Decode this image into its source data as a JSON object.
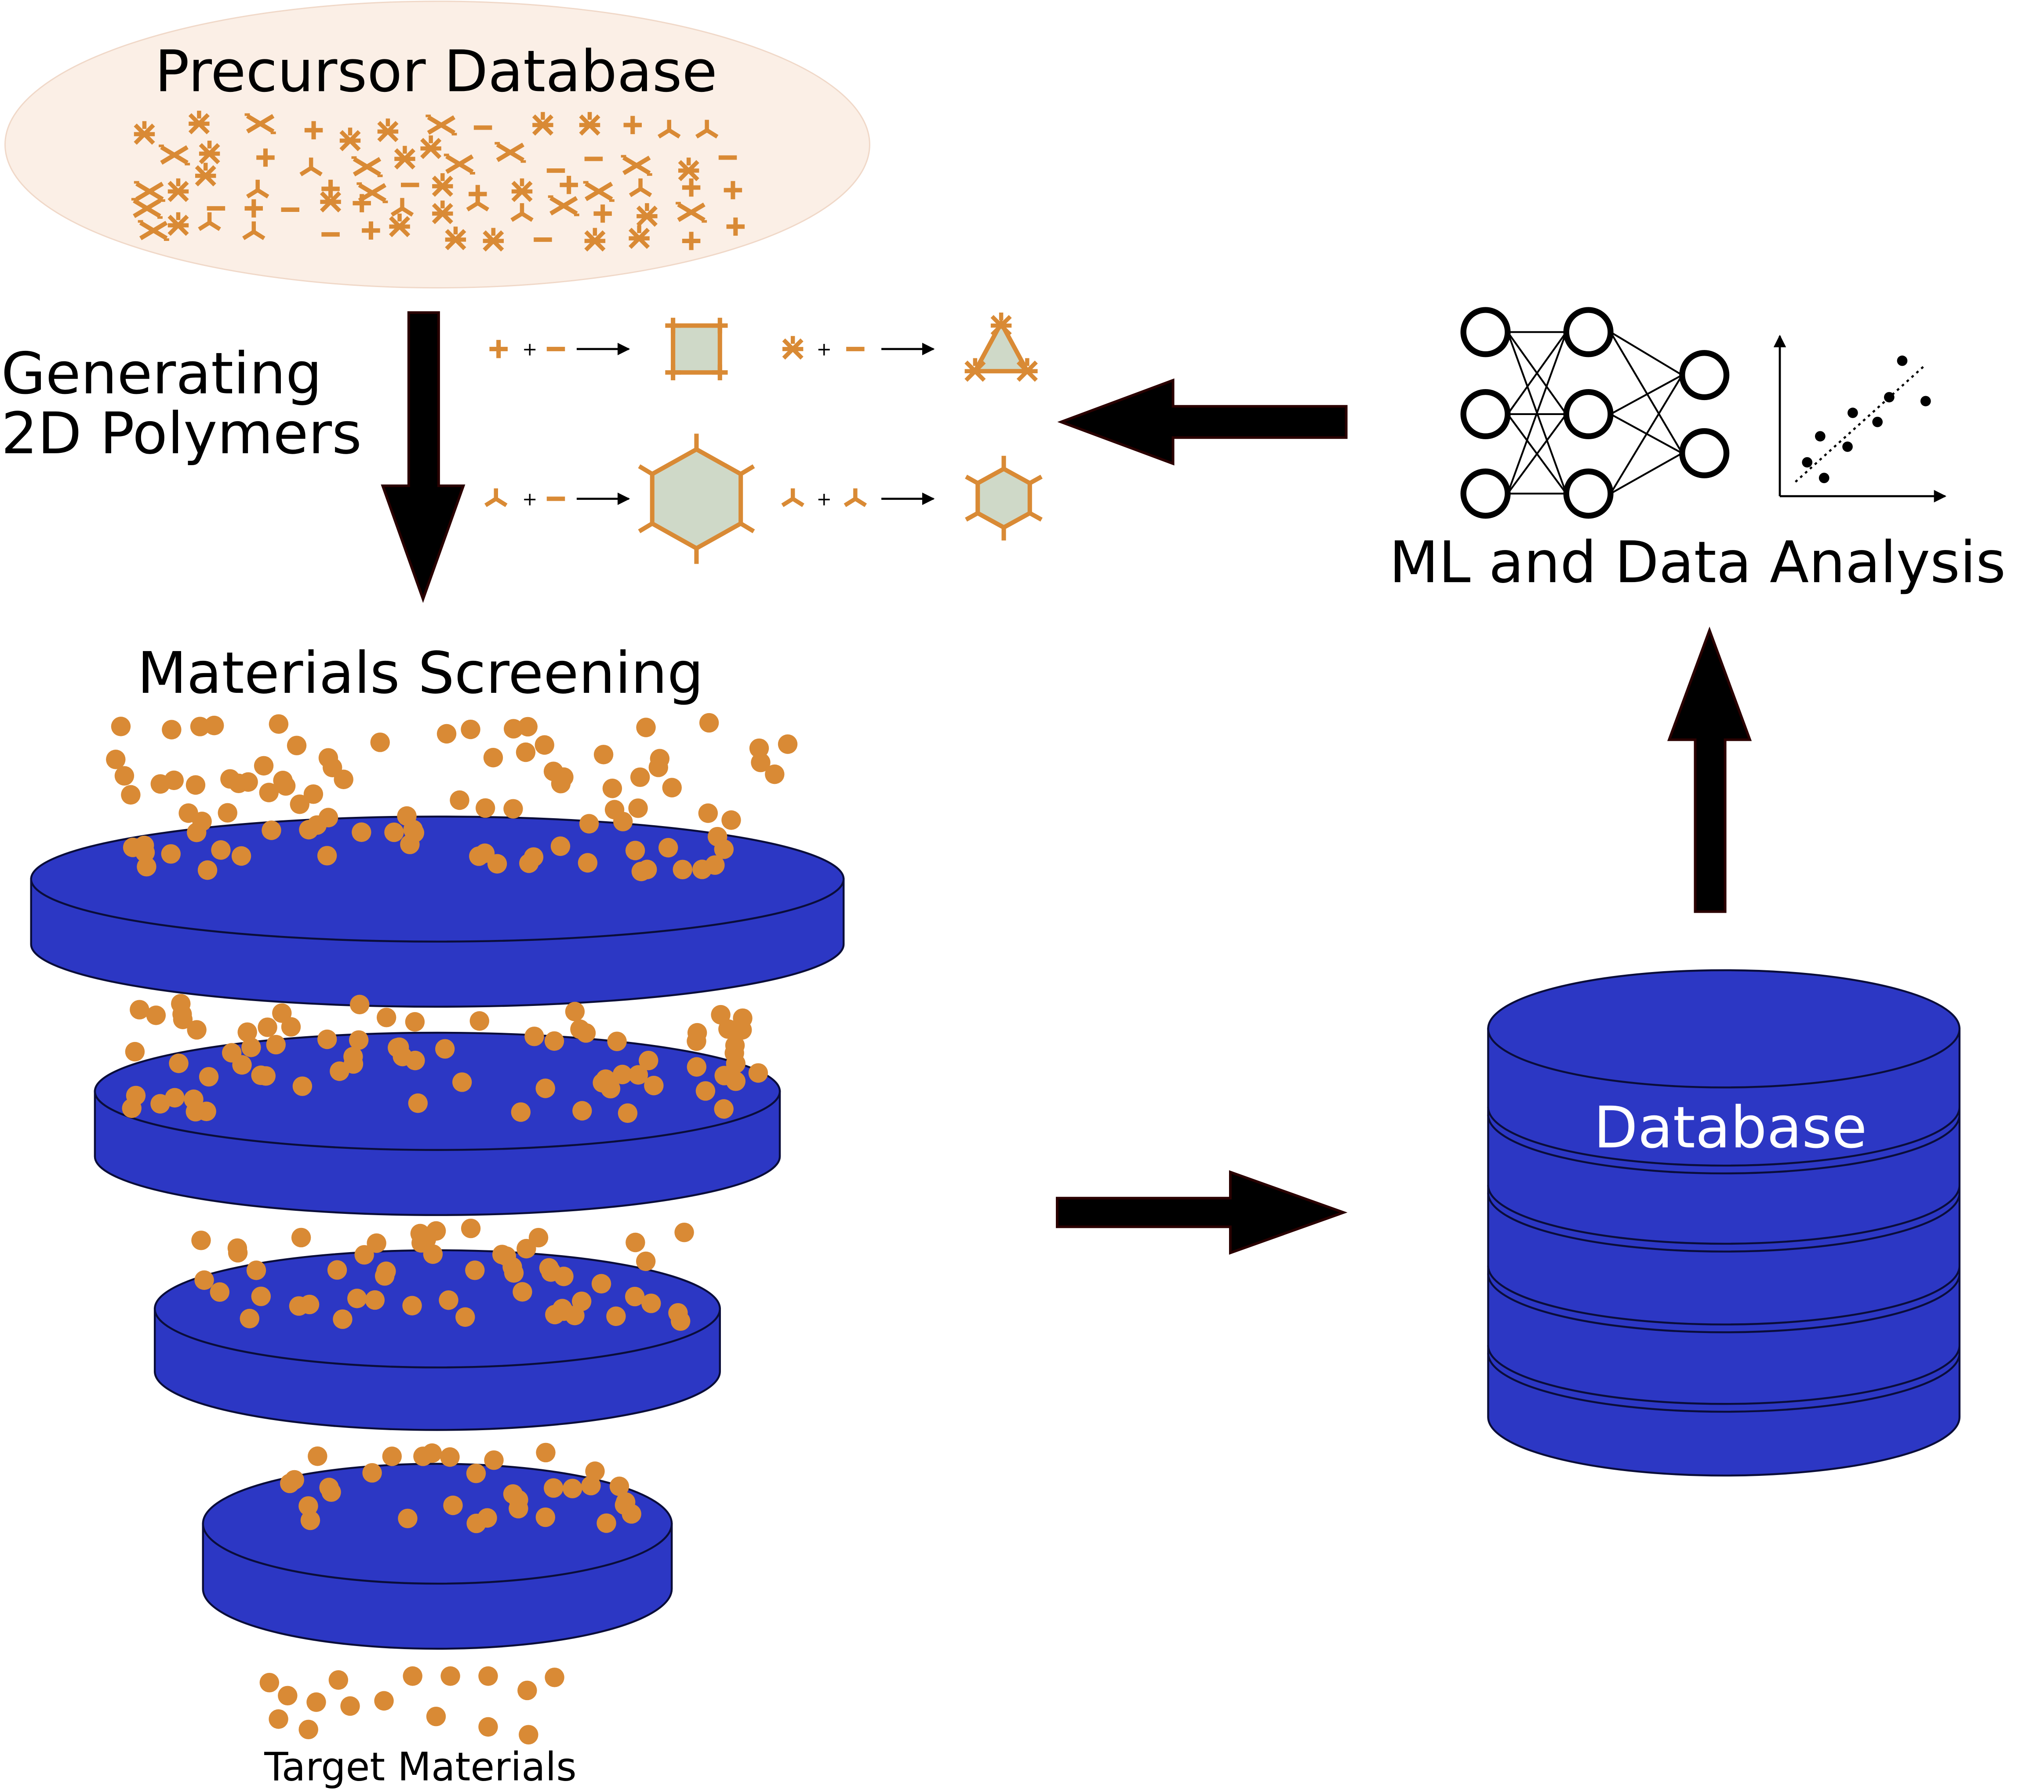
{
  "labels": {
    "precursor_database": "Precursor Database",
    "generating_line1": "Generating",
    "generating_line2": "2D Polymers",
    "ml_analysis": "ML and Data Analysis",
    "materials_screening": "Materials Screening",
    "database": "Database",
    "target_materials": "Target Materials"
  },
  "reaction_plus": "+",
  "colors": {
    "precursor": "#d98a35",
    "precursor_cloud": "#fbefe6",
    "disk": "#2c37c4",
    "disk_stroke": "#0a0d3a",
    "pore_fill": "#cfd9c8",
    "arrow": "#000000",
    "arrow_stroke": "#2a0000"
  },
  "icons": {
    "neural_network": "neural-network-icon",
    "scatter_plot": "scatter-plot-icon",
    "database": "database-cylinder-icon",
    "funnel": "screening-funnel-icon"
  }
}
